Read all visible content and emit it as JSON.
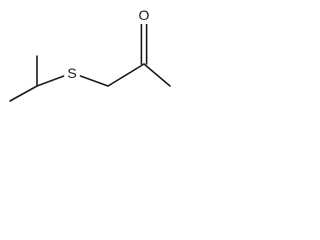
{
  "molecule": {
    "atoms": [
      {
        "label": ""
      },
      {
        "label": ""
      },
      {
        "label": ""
      },
      {
        "label": "S"
      },
      {
        "label": ""
      },
      {
        "label": ""
      },
      {
        "label": "O"
      },
      {
        "label": ""
      }
    ],
    "bonds": [
      {
        "from": 0,
        "to": 1,
        "order": 1
      },
      {
        "from": 1,
        "to": 2,
        "order": 1
      },
      {
        "from": 1,
        "to": 3,
        "order": 1
      },
      {
        "from": 3,
        "to": 4,
        "order": 1
      },
      {
        "from": 4,
        "to": 5,
        "order": 1
      },
      {
        "from": 5,
        "to": 6,
        "order": 2
      },
      {
        "from": 5,
        "to": 7,
        "order": 1
      }
    ]
  },
  "colors": {
    "bond": "#1a1a1a",
    "background": "#ffffff"
  }
}
